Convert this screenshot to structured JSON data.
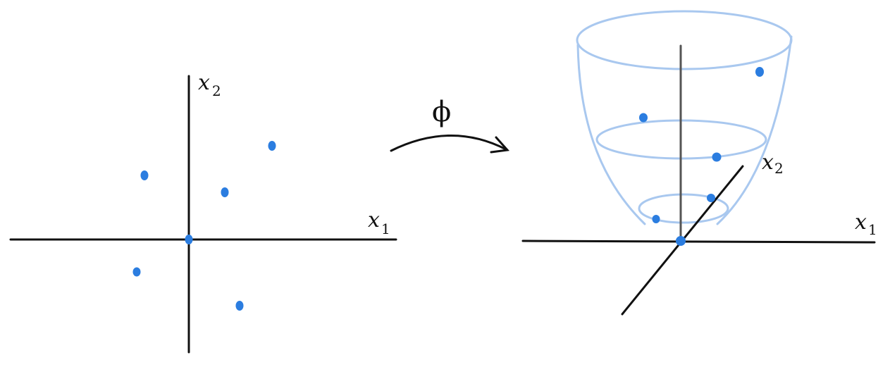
{
  "colors": {
    "point": "#2b7de0",
    "bowl": "#a9c8ef",
    "ink": "#111111"
  },
  "map": {
    "symbol": "ϕ"
  },
  "left_plot": {
    "x_label": "x",
    "x_sub": "1",
    "y_label": "x",
    "y_sub": "2"
  },
  "right_plot": {
    "x_label": "x",
    "x_sub": "1",
    "depth_label": "x",
    "depth_sub": "2"
  },
  "icons": {
    "arrow": "curved-arrow-icon"
  }
}
